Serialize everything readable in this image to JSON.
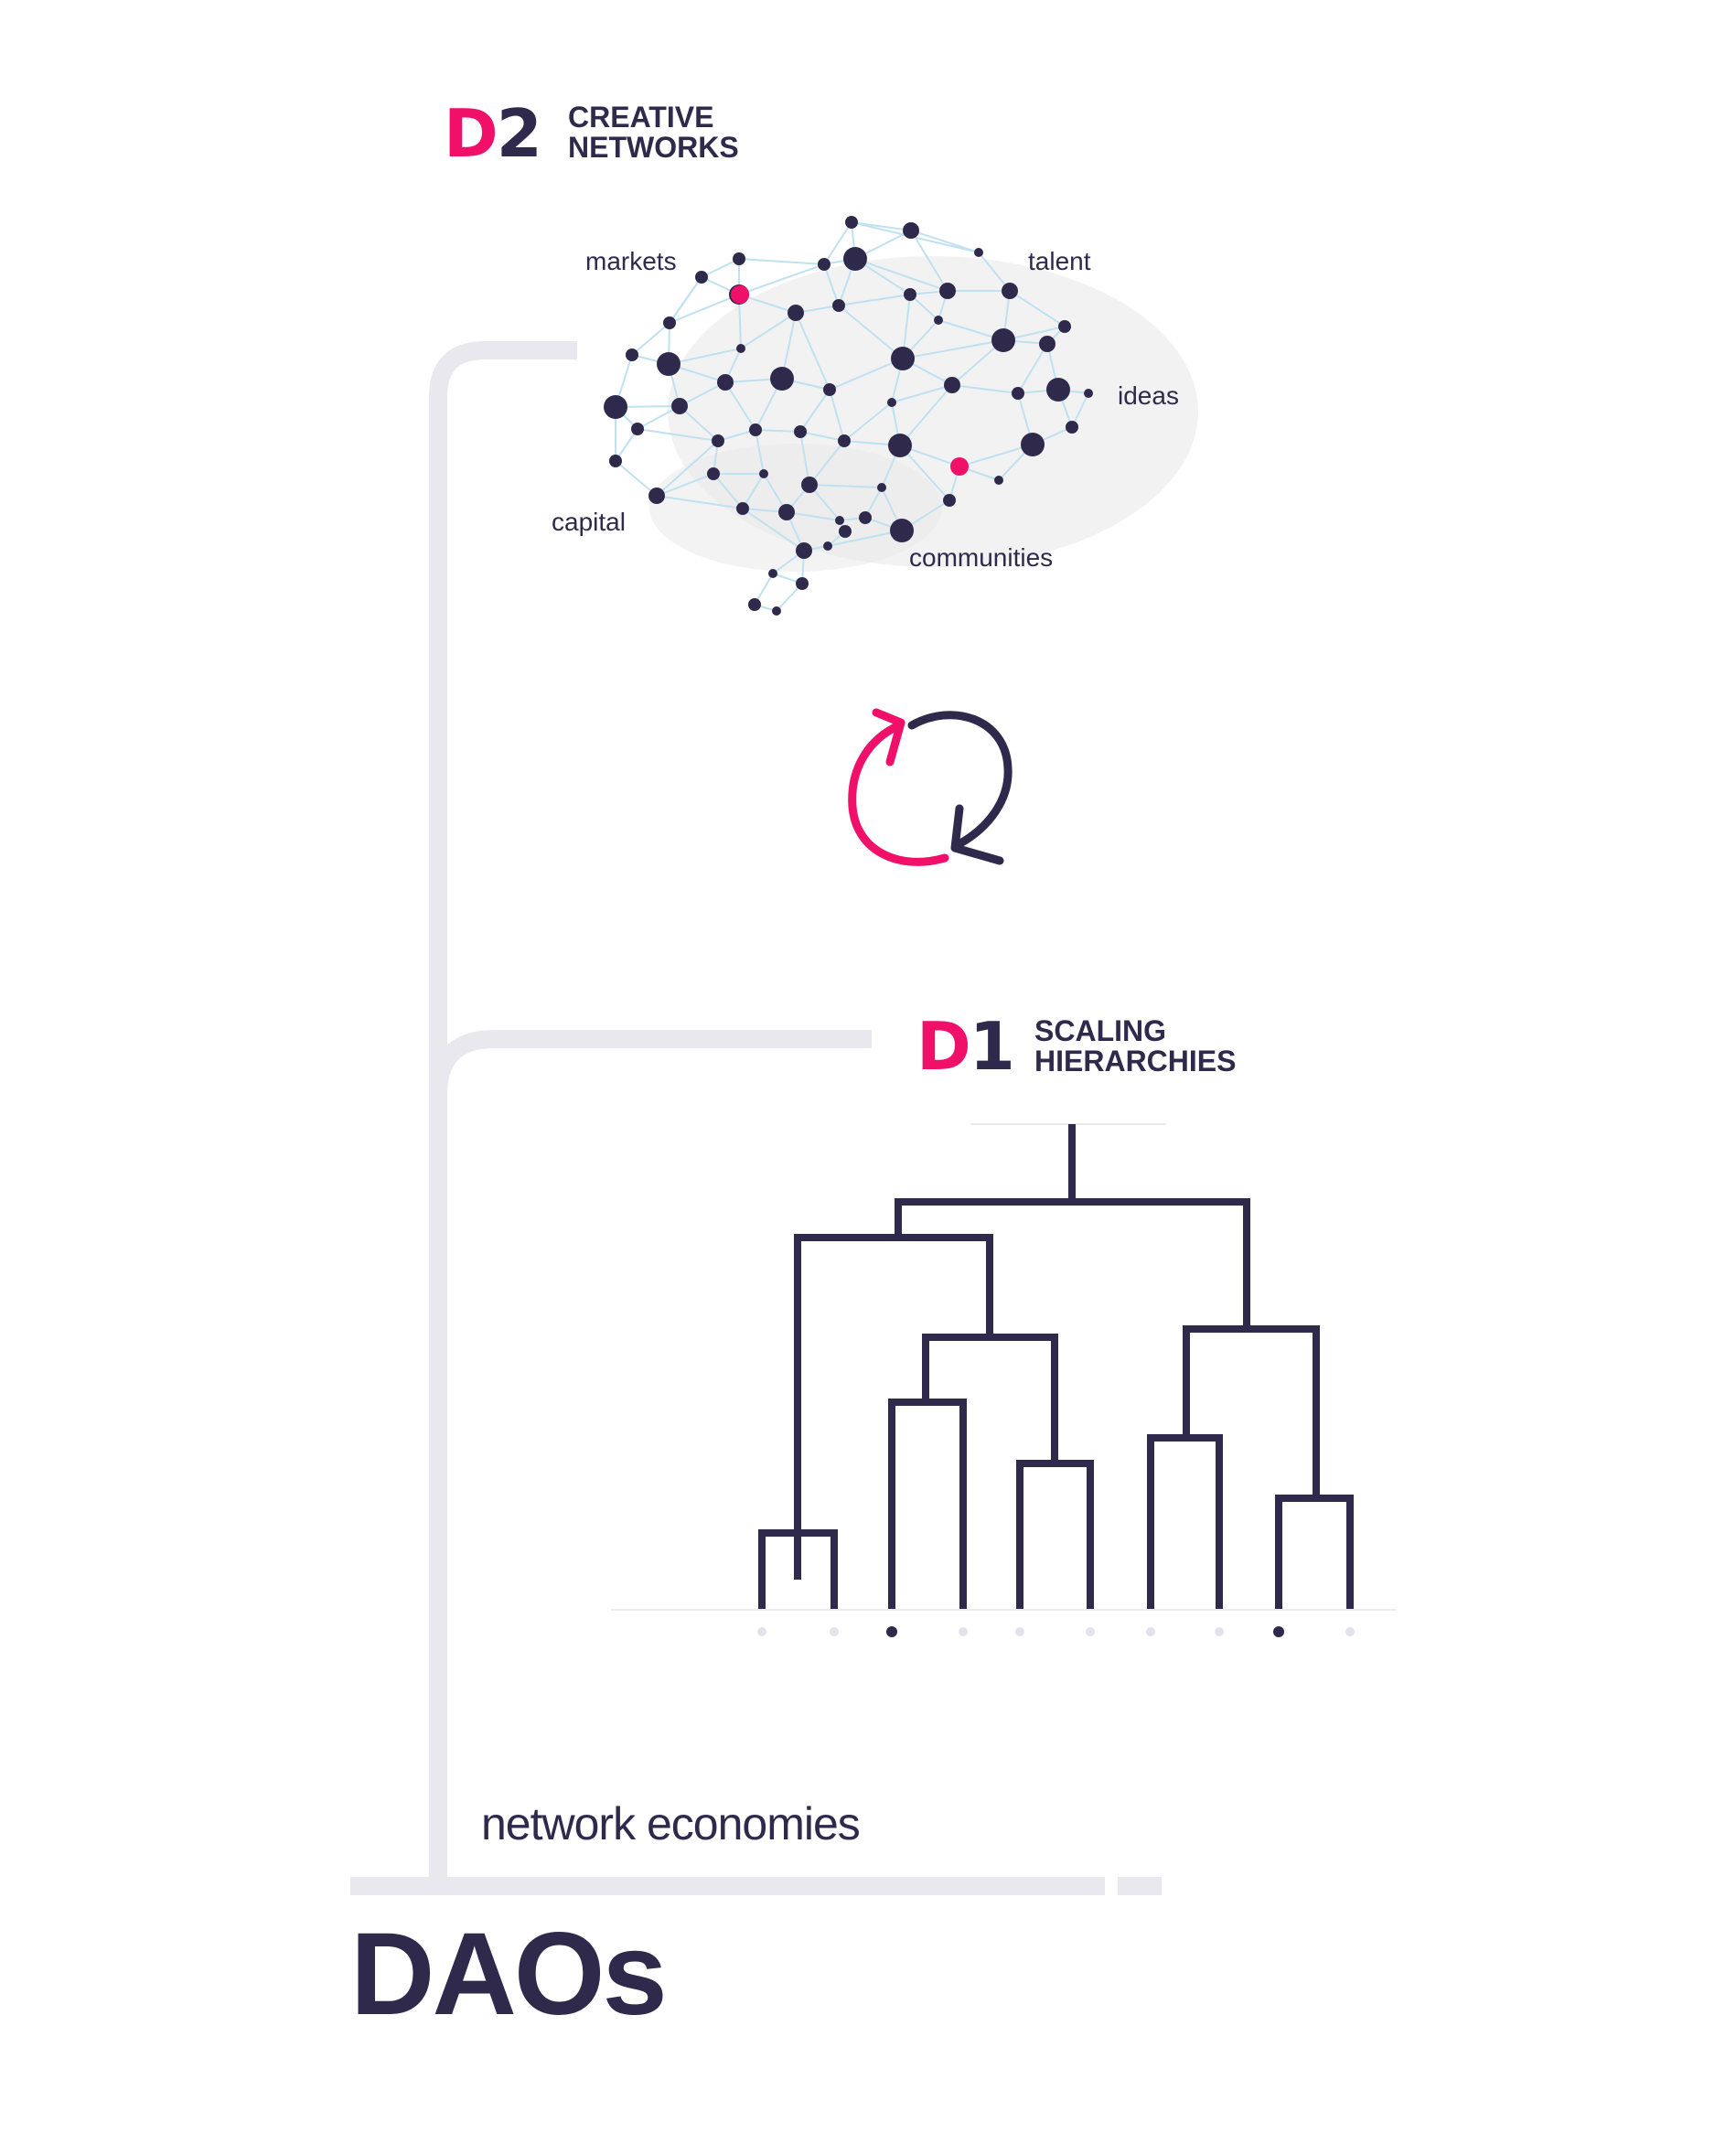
{
  "colors": {
    "ink": "#2f2a4c",
    "accent": "#f0106a",
    "link": "#bfe1f0",
    "rail": "#e9e8ee",
    "dot_inactive": "#e2e2e8"
  },
  "d2": {
    "code_letter": "D",
    "code_number": "2",
    "title_line1": "CREATIVE",
    "title_line2": "NETWORKS"
  },
  "brain_labels": {
    "markets": "markets",
    "talent": "talent",
    "ideas": "ideas",
    "capital": "capital",
    "communities": "communities"
  },
  "cycle_icon": "refresh-cycle-icon",
  "d1": {
    "code_letter": "D",
    "code_number": "1",
    "title_line1": "SCALING",
    "title_line2": "HIERARCHIES"
  },
  "tree_leaves": {
    "active": [
      false,
      false,
      true,
      false,
      false,
      false,
      false,
      false,
      true,
      false
    ]
  },
  "footer": {
    "subtitle": "network economies",
    "title": "DAOs"
  }
}
